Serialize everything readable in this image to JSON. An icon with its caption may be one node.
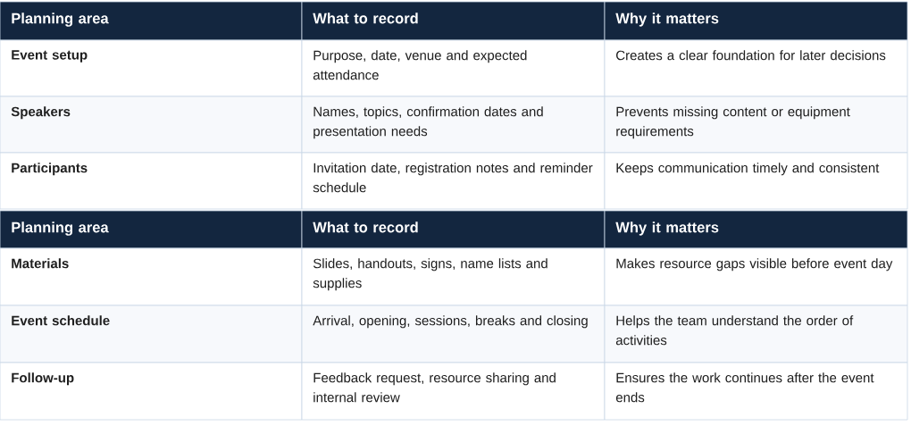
{
  "diagram": {
    "labels": [
      "Planning area",
      "What to record",
      "Why it matters",
      "Event setup",
      "Purpose, date, venue and expected attendance",
      "Creates a clear foundation for later decisions",
      "Speakers",
      "Names, topics, confirmation dates and presentation needs",
      "Prevents missing content or equipment requirements",
      "Participants",
      "Invitation date, registration notes and reminder schedule",
      "Keeps communication timely and consistent",
      "Planning area",
      "What to record",
      "Why it matters",
      "Materials",
      "Slides, handouts, signs, name lists and supplies",
      "Makes resource gaps visible before event day",
      "Event schedule",
      "Arrival, opening, sessions, breaks and closing",
      "Helps the team understand the order of activities",
      "Follow-up",
      "Feedback request, resource sharing and internal review",
      "Ensures the work continues after the event ends"
    ]
  }
}
